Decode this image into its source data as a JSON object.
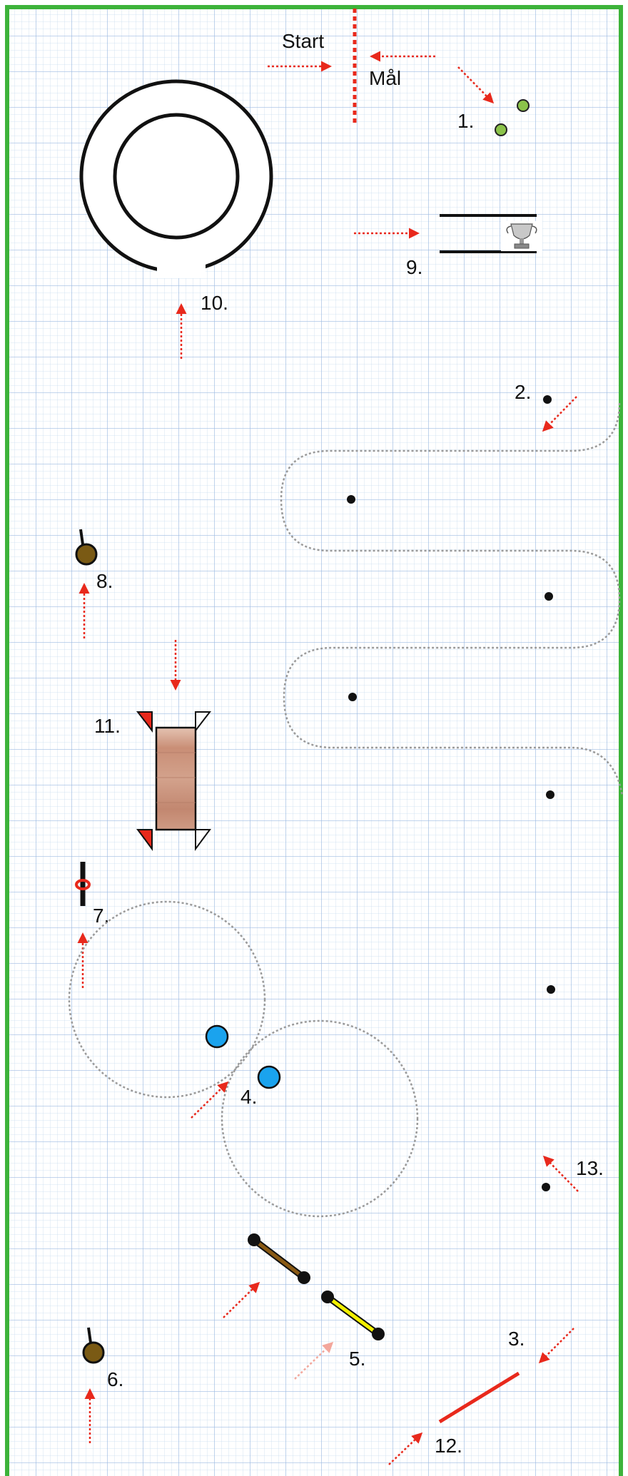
{
  "course": {
    "start_label": "Start",
    "goal_label": "Mål",
    "stations": [
      {
        "key": "s1",
        "number": "1."
      },
      {
        "key": "s2",
        "number": "2."
      },
      {
        "key": "s3",
        "number": "3."
      },
      {
        "key": "s4",
        "number": "4."
      },
      {
        "key": "s5",
        "number": "5."
      },
      {
        "key": "s6",
        "number": "6."
      },
      {
        "key": "s7",
        "number": "7."
      },
      {
        "key": "s8",
        "number": "8."
      },
      {
        "key": "s9",
        "number": "9."
      },
      {
        "key": "s10",
        "number": "10."
      },
      {
        "key": "s11",
        "number": "11."
      },
      {
        "key": "s12",
        "number": "12."
      },
      {
        "key": "s13",
        "number": "13."
      }
    ]
  },
  "colors": {
    "grid_line": "#a9c4e6",
    "border": "#3db33a",
    "arrow": "#e8291c",
    "path": "#9a9a9a",
    "cone_green": "#8bc34a",
    "ball_blue": "#1aa3ee",
    "pole_brown": "#8a5a14",
    "pole_yellow": "#f2f000",
    "board": "#c9917a",
    "post": "#7a5a14"
  },
  "icons": {
    "trophy": "trophy-icon",
    "post": "post-icon",
    "ring": "ring-icon"
  }
}
